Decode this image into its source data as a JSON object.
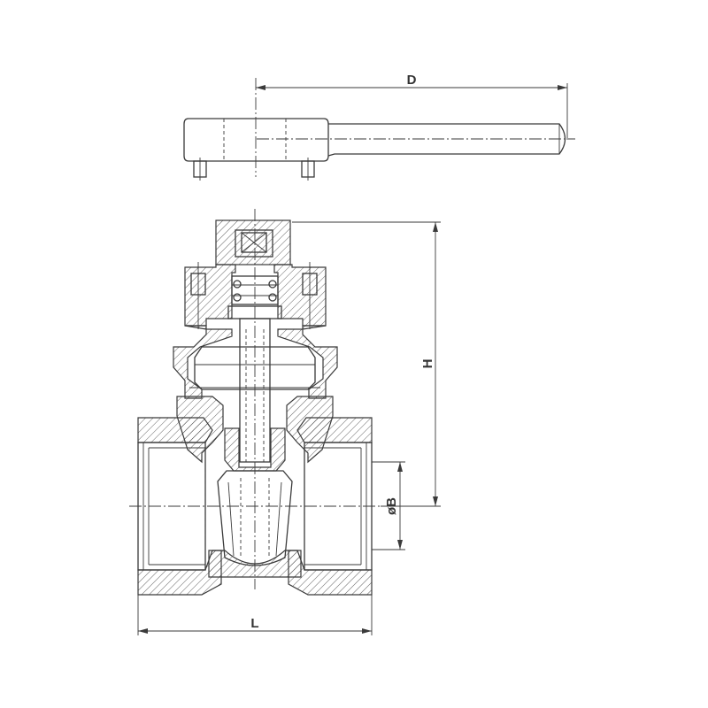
{
  "drawing": {
    "dimension_labels": {
      "d": "D",
      "h": "H",
      "b": "øB",
      "l": "L"
    },
    "line_color": "#3a3a3a",
    "background": "#ffffff"
  }
}
